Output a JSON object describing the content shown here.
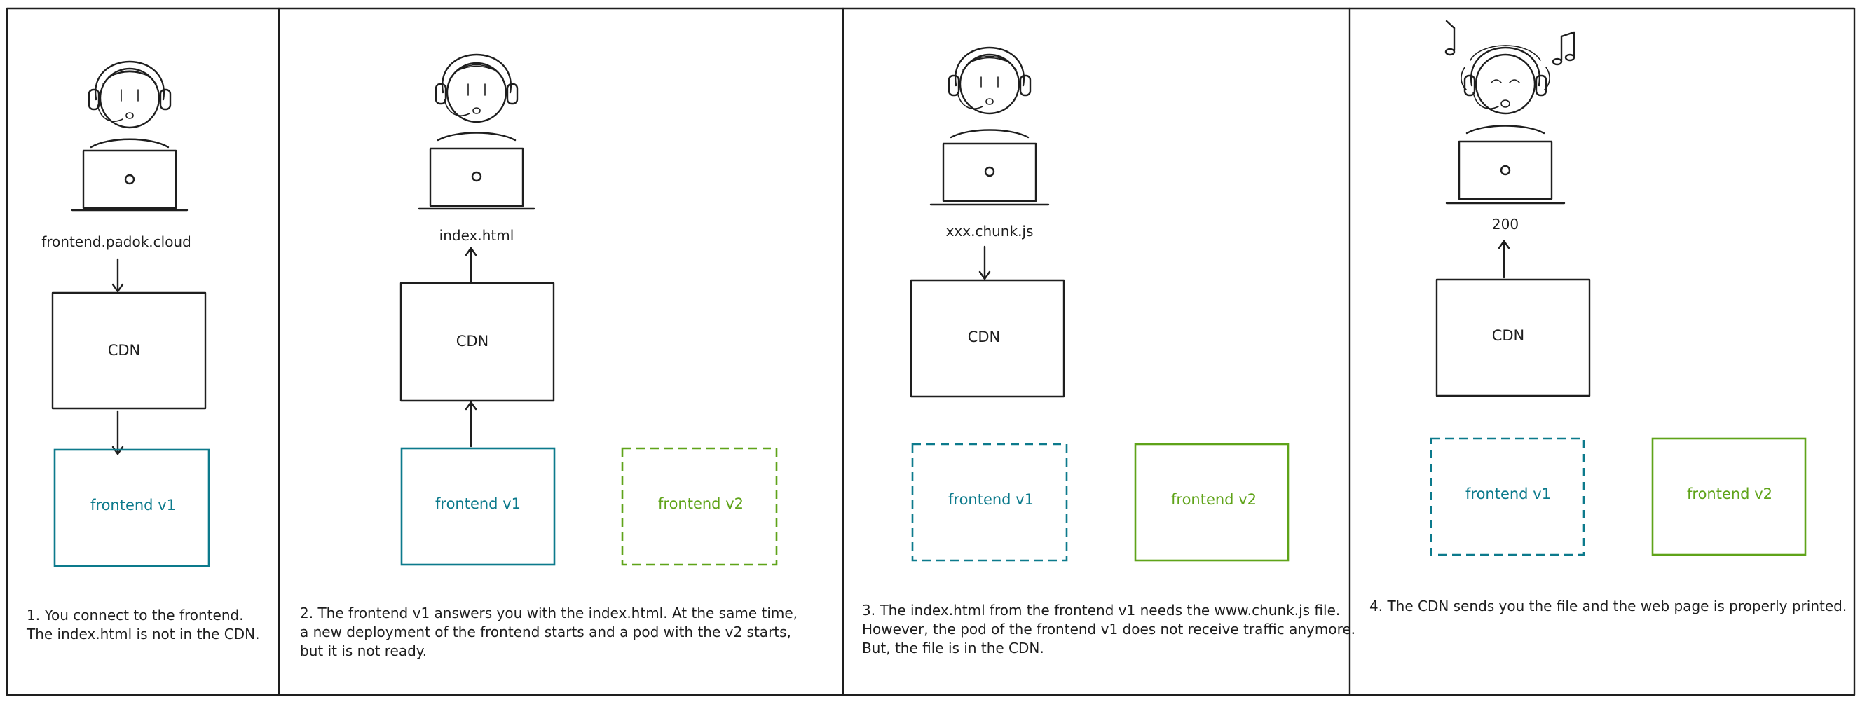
{
  "panels": [
    {
      "request_label": "frontend.padok.cloud",
      "cdn_label": "CDN",
      "frontend_v1_label": "frontend v1",
      "frontend_v2_label": "",
      "caption_lines": [
        "1. You connect to the frontend.",
        "The index.html is not in the CDN."
      ]
    },
    {
      "request_label": "index.html",
      "cdn_label": "CDN",
      "frontend_v1_label": "frontend v1",
      "frontend_v2_label": "frontend v2",
      "caption_lines": [
        "2. The frontend v1 answers you with the index.html. At the same time,",
        "a new deployment of the frontend starts and a pod with the v2 starts,",
        "but it is not ready."
      ]
    },
    {
      "request_label": "xxx.chunk.js",
      "cdn_label": "CDN",
      "frontend_v1_label": "frontend v1",
      "frontend_v2_label": "frontend v2",
      "caption_lines": [
        "3. The index.html from the frontend v1 needs the www.chunk.js file.",
        "However, the pod of the frontend v1 does not receive traffic anymore.",
        "But, the file is in the CDN."
      ]
    },
    {
      "request_label": "200",
      "cdn_label": "CDN",
      "frontend_v1_label": "frontend v1",
      "frontend_v2_label": "frontend v2",
      "caption_lines": [
        "4. The CDN sends you the file and the web page is properly printed."
      ]
    }
  ],
  "colors": {
    "ink": "#1e1e1e",
    "frontend_v1": "#0c7a8c",
    "frontend_v2": "#5fa319"
  }
}
